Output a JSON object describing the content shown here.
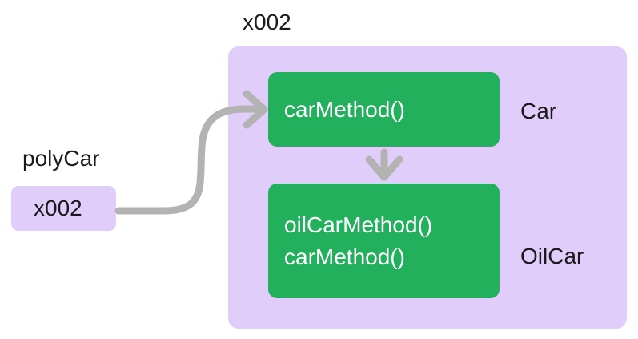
{
  "diagram": {
    "title_heap": "x002",
    "stack": {
      "variable_label": "polyCar",
      "value": "x002"
    },
    "heap_object": {
      "address_label": "x002",
      "layers": [
        {
          "class_label": "Car",
          "methods": [
            "carMethod()"
          ]
        },
        {
          "class_label": "OilCar",
          "methods": [
            "oilCarMethod()",
            "carMethod()"
          ]
        }
      ]
    },
    "connectors": [
      {
        "name": "reference-arrow",
        "from": "polyCar value box",
        "to": "Car method box",
        "style": "curved"
      },
      {
        "name": "override-arrow",
        "from": "Car method box",
        "to": "OilCar method box",
        "style": "straight-down"
      }
    ],
    "colors": {
      "heap_purple": "#e0cdf9",
      "method_green": "#22b05d",
      "arrow_gray": "#b3b3b3",
      "text_dark": "#1a1a1a",
      "text_light": "#ffffff",
      "background": "#ffffff"
    }
  }
}
